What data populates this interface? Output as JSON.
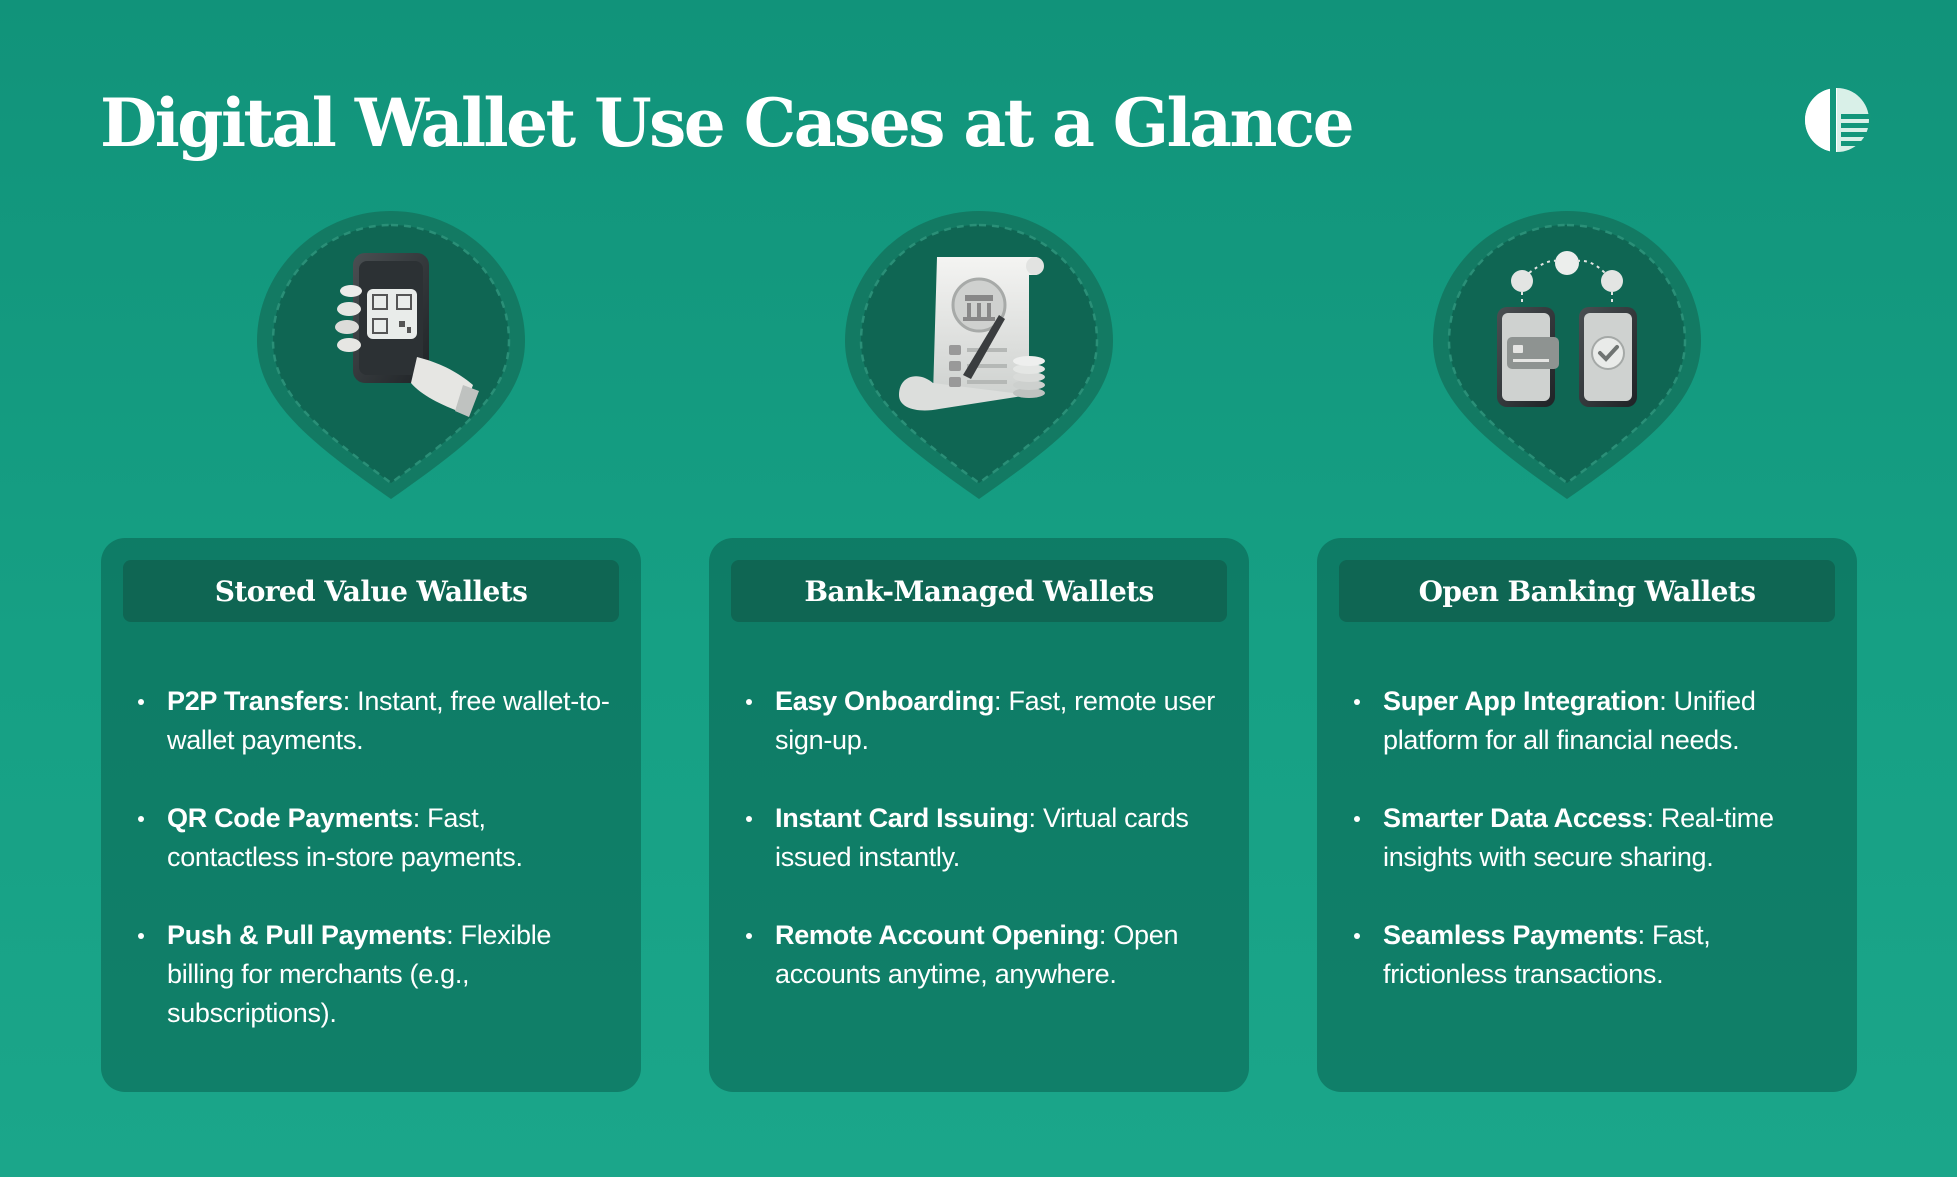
{
  "page": {
    "title": "Digital Wallet Use Cases at a Glance",
    "logo_icon": "company-logo-icon"
  },
  "colors": {
    "background": "#16a084",
    "card": "#0e705c",
    "card_header": "#0f6653",
    "pin": "#126b58",
    "text": "#ffffff"
  },
  "cards": [
    {
      "title": "Stored Value Wallets",
      "illustration": "phone-qr-code-icon",
      "items": [
        {
          "term": "P2P Transfers",
          "desc": ": Instant, free wallet-to-wallet payments."
        },
        {
          "term": "QR Code Payments",
          "desc": ": Fast, contactless in-store payments."
        },
        {
          "term": "Push & Pull Payments",
          "desc": ": Flexible billing for merchants (e.g., subscriptions)."
        }
      ]
    },
    {
      "title": "Bank-Managed Wallets",
      "illustration": "bank-document-icon",
      "items": [
        {
          "term": "Easy Onboarding",
          "desc": ": Fast, remote user sign-up."
        },
        {
          "term": "Instant Card Issuing",
          "desc": ": Virtual cards issued instantly."
        },
        {
          "term": "Remote Account Opening",
          "desc": ": Open accounts anytime, anywhere."
        }
      ]
    },
    {
      "title": "Open Banking Wallets",
      "illustration": "phone-transfer-icon",
      "items": [
        {
          "term": "Super App Integration",
          "desc": ": Unified platform for all financial needs."
        },
        {
          "term": "Smarter Data Access",
          "desc": ": Real-time insights with secure sharing."
        },
        {
          "term": "Seamless Payments",
          "desc": ": Fast, frictionless transactions."
        }
      ]
    }
  ]
}
